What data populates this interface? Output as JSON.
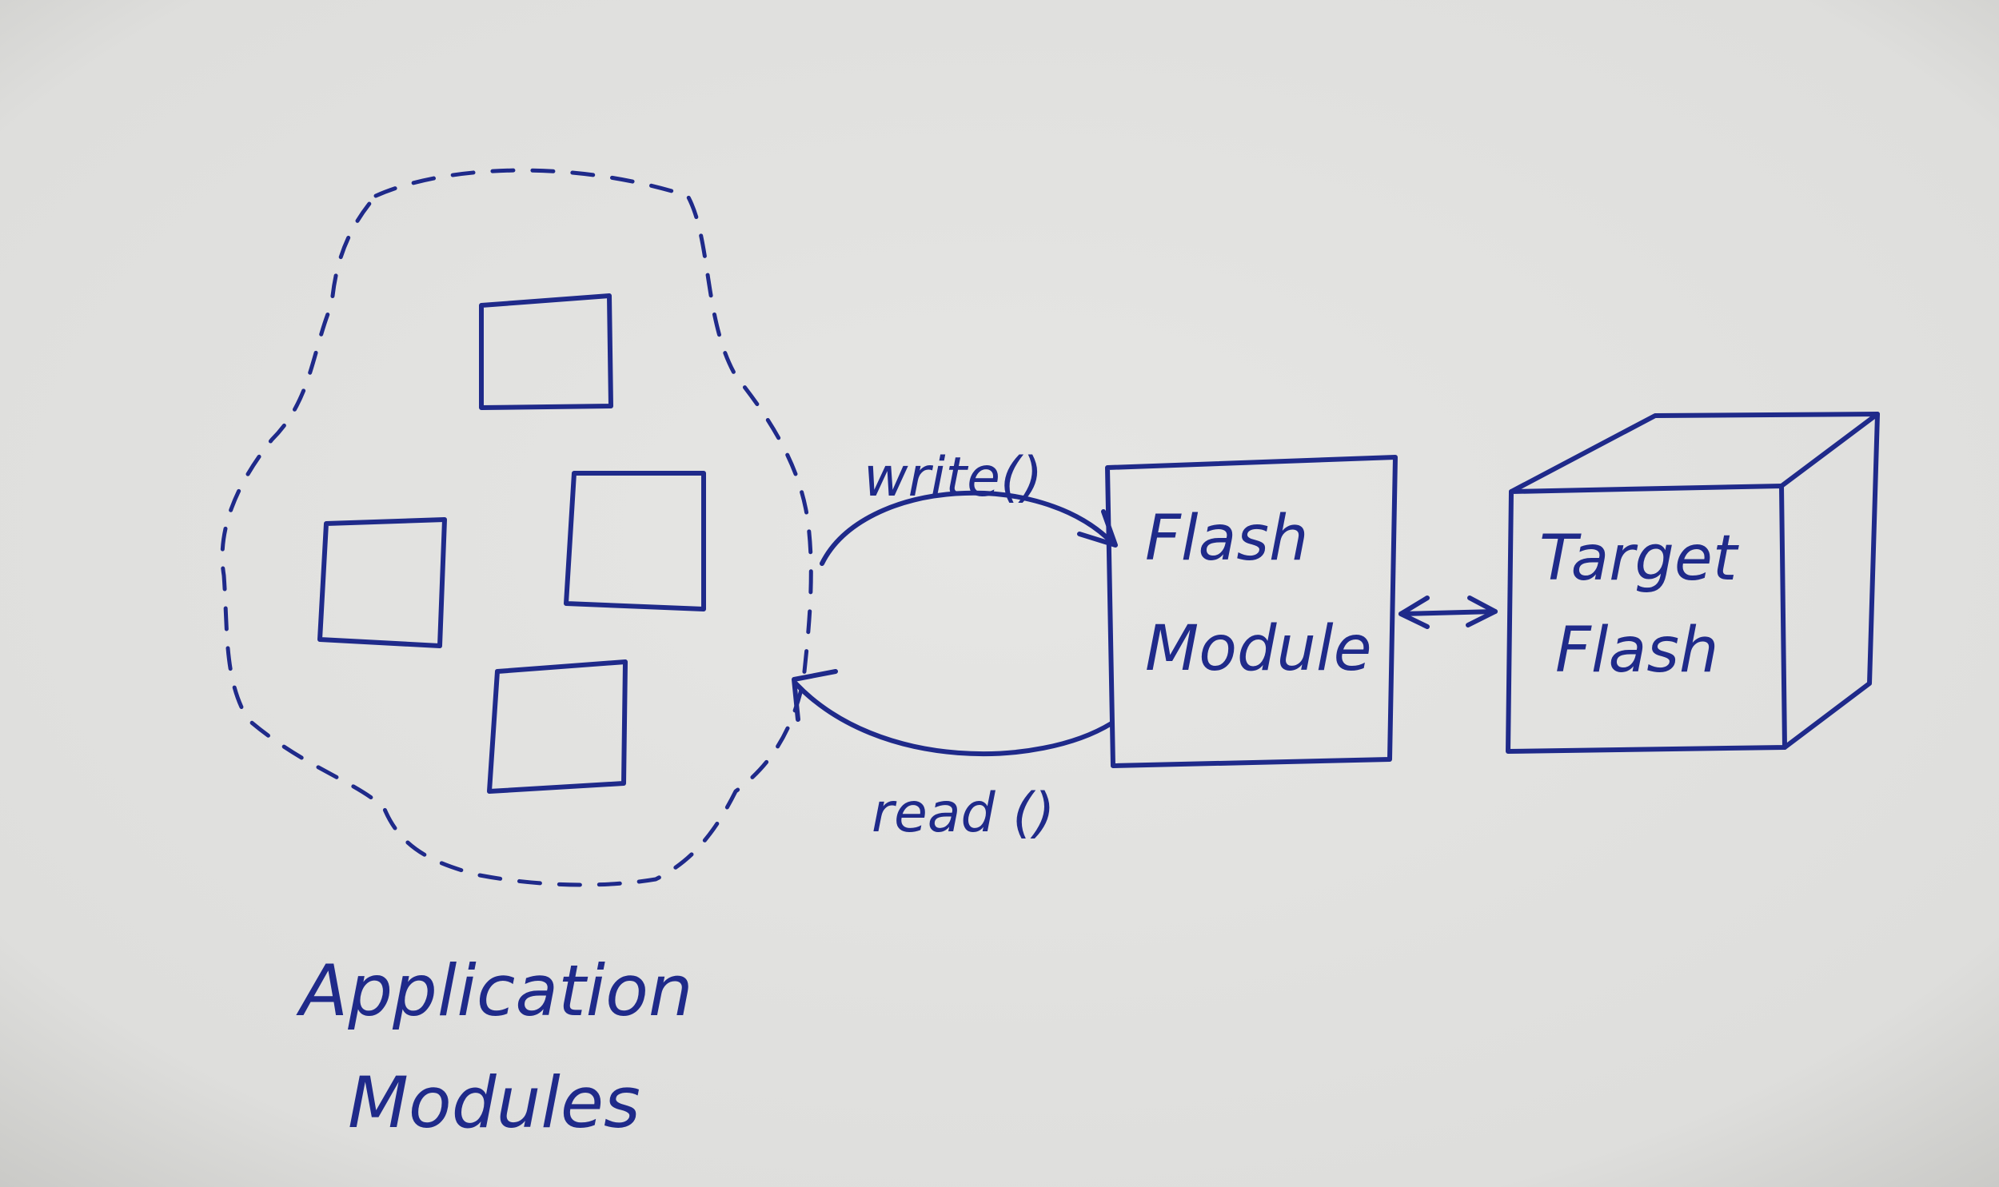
{
  "diagram": {
    "application_label_line1": "Application",
    "application_label_line2": "Modules",
    "write_label": "write()",
    "read_label": "read ()",
    "flash_module_line1": "Flash",
    "flash_module_line2": "Module",
    "target_flash_line1": "Target",
    "target_flash_line2": "Flash"
  },
  "colors": {
    "ink": "#1f2a8a",
    "paper": "#e2e2e0"
  }
}
